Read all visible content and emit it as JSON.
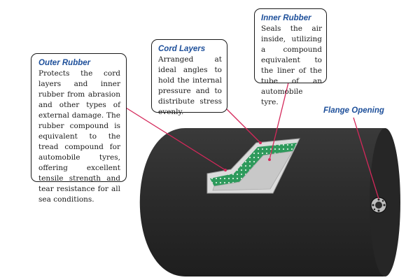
{
  "labels": {
    "outer_rubber": {
      "title": "Outer Rubber",
      "text": "Protects the cord layers and inner rubber from abrasion and other types of external damage. The rubber compound is equivalent to the tread compound for automobile tyres, offering excellent tensile strength and tear resistance for all sea conditions."
    },
    "cord_layers": {
      "title": "Cord Layers",
      "text": "Arranged at ideal angles to hold the internal pressure and to distribute stress evenly."
    },
    "inner_rubber": {
      "title": "Inner Rubber",
      "text": "Seals the air inside, utilizing a compound equivalent to the liner of the tube of an automobile tyre."
    },
    "flange_opening": {
      "title": "Flange Opening"
    }
  },
  "colors": {
    "fender_body": "#2b2b2b",
    "cord_layer": "#2e9a5c",
    "inner_liner": "#c8c8c8",
    "leader_line": "#d4285a",
    "title_blue": "#1d4f9a"
  }
}
